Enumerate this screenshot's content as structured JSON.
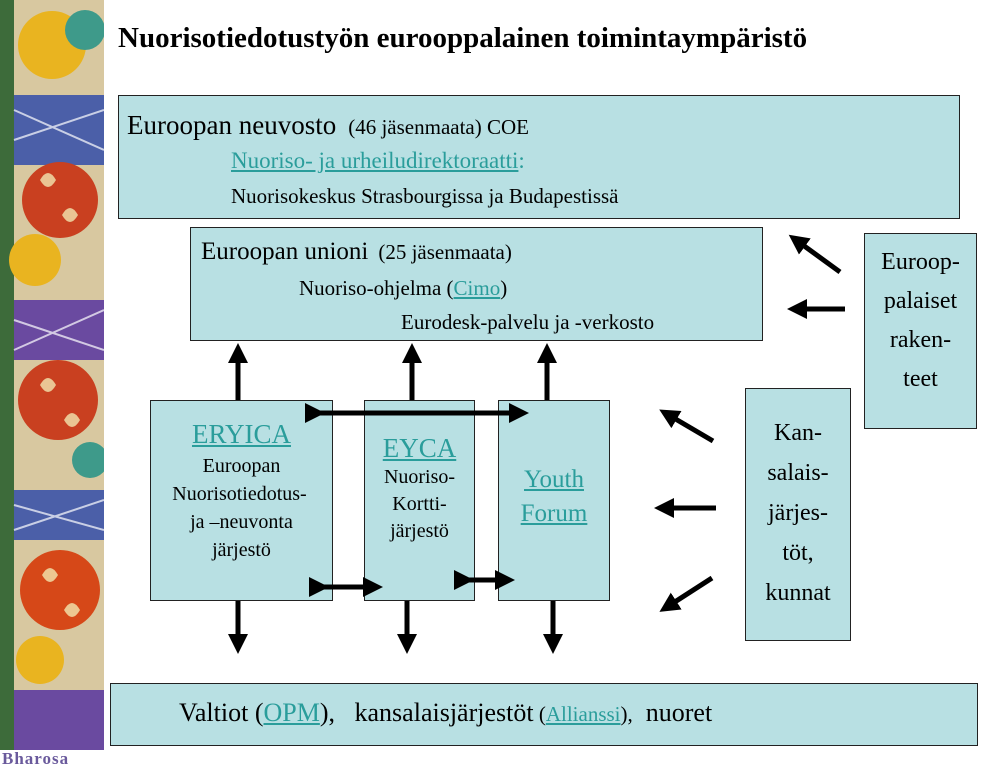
{
  "title": "Nuorisotiedotustyön eurooppalainen toimintaympäristö",
  "coe": {
    "name": "Euroopan neuvosto",
    "members": "(46 jäsenmaata) COE",
    "directorate": "Nuoriso- ja urheiludirektoraatti",
    "directorate_colon": ":",
    "centres": "Nuorisokeskus Strasbourgissa ja Budapestissä"
  },
  "eu": {
    "name": "Euroopan unioni",
    "members": "(25 jäsenmaata)",
    "programme_prefix": "Nuoriso-ohjelma (",
    "programme_link": "Cimo",
    "programme_suffix": ")",
    "eurodesk": "Eurodesk-palvelu ja -verkosto"
  },
  "eryica": {
    "name": "ERYICA",
    "line1": "Euroopan",
    "line2": "Nuorisotiedotus-",
    "line3": "ja –neuvonta",
    "line4": "järjestö"
  },
  "eyca": {
    "name": "EYCA",
    "line1": "Nuoriso-",
    "line2": "Kortti-",
    "line3": "järjestö"
  },
  "youth_forum": {
    "line1": "Youth",
    "line2": "Forum"
  },
  "european_structures": [
    "Euroop-",
    "palaiset",
    "raken-",
    "teet"
  ],
  "ngos": [
    "Kan-",
    "salais-",
    "järjes-",
    "töt,",
    "kunnat"
  ],
  "bottom": {
    "prefix": "Valtiot (",
    "opm": "OPM",
    "mid": "),   kansalaisjärjestöt",
    "open": " (",
    "allianssi": "Allianssi",
    "close": "),",
    "end": "  nuoret"
  },
  "brand": "Bharosa",
  "colors": {
    "box_fill": "#b8e0e3",
    "link": "#2a9d9b",
    "arrow": "#000000"
  }
}
